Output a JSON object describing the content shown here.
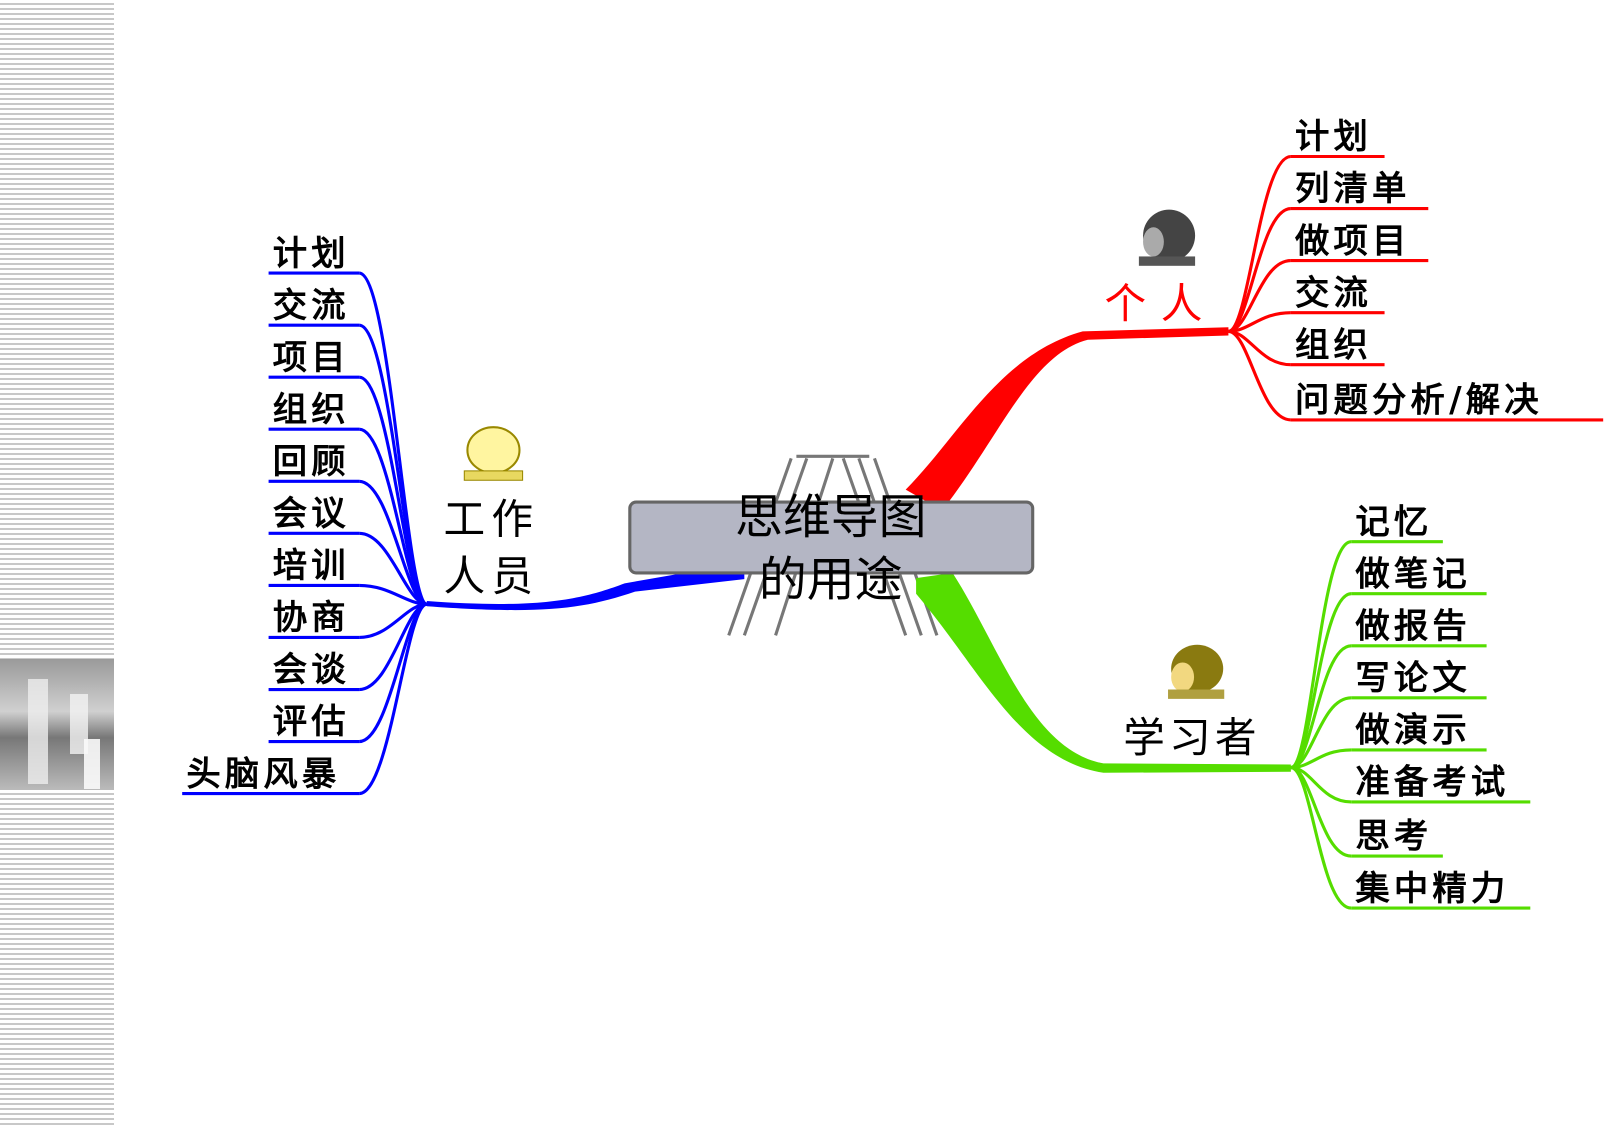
{
  "center": {
    "line1": "思维导图",
    "line2": "的用途"
  },
  "branches": {
    "worker": {
      "label1": "工作",
      "label2": "人员",
      "color": "#0000ff",
      "items": [
        "计划",
        "交流",
        "项目",
        "组织",
        "回顾",
        "会议",
        "培训",
        "协商",
        "会谈",
        "评估",
        "头脑风暴"
      ]
    },
    "personal": {
      "label": "个人",
      "color": "#ff0000",
      "items": [
        "计划",
        "列清单",
        "做项目",
        "交流",
        "组织",
        "问题分析/解决"
      ]
    },
    "learner": {
      "label": "学习者",
      "color": "#55dd00",
      "items": [
        "记忆",
        "做笔记",
        "做报告",
        "写论文",
        "做演示",
        "准备考试",
        "思考",
        "集中精力"
      ]
    }
  }
}
